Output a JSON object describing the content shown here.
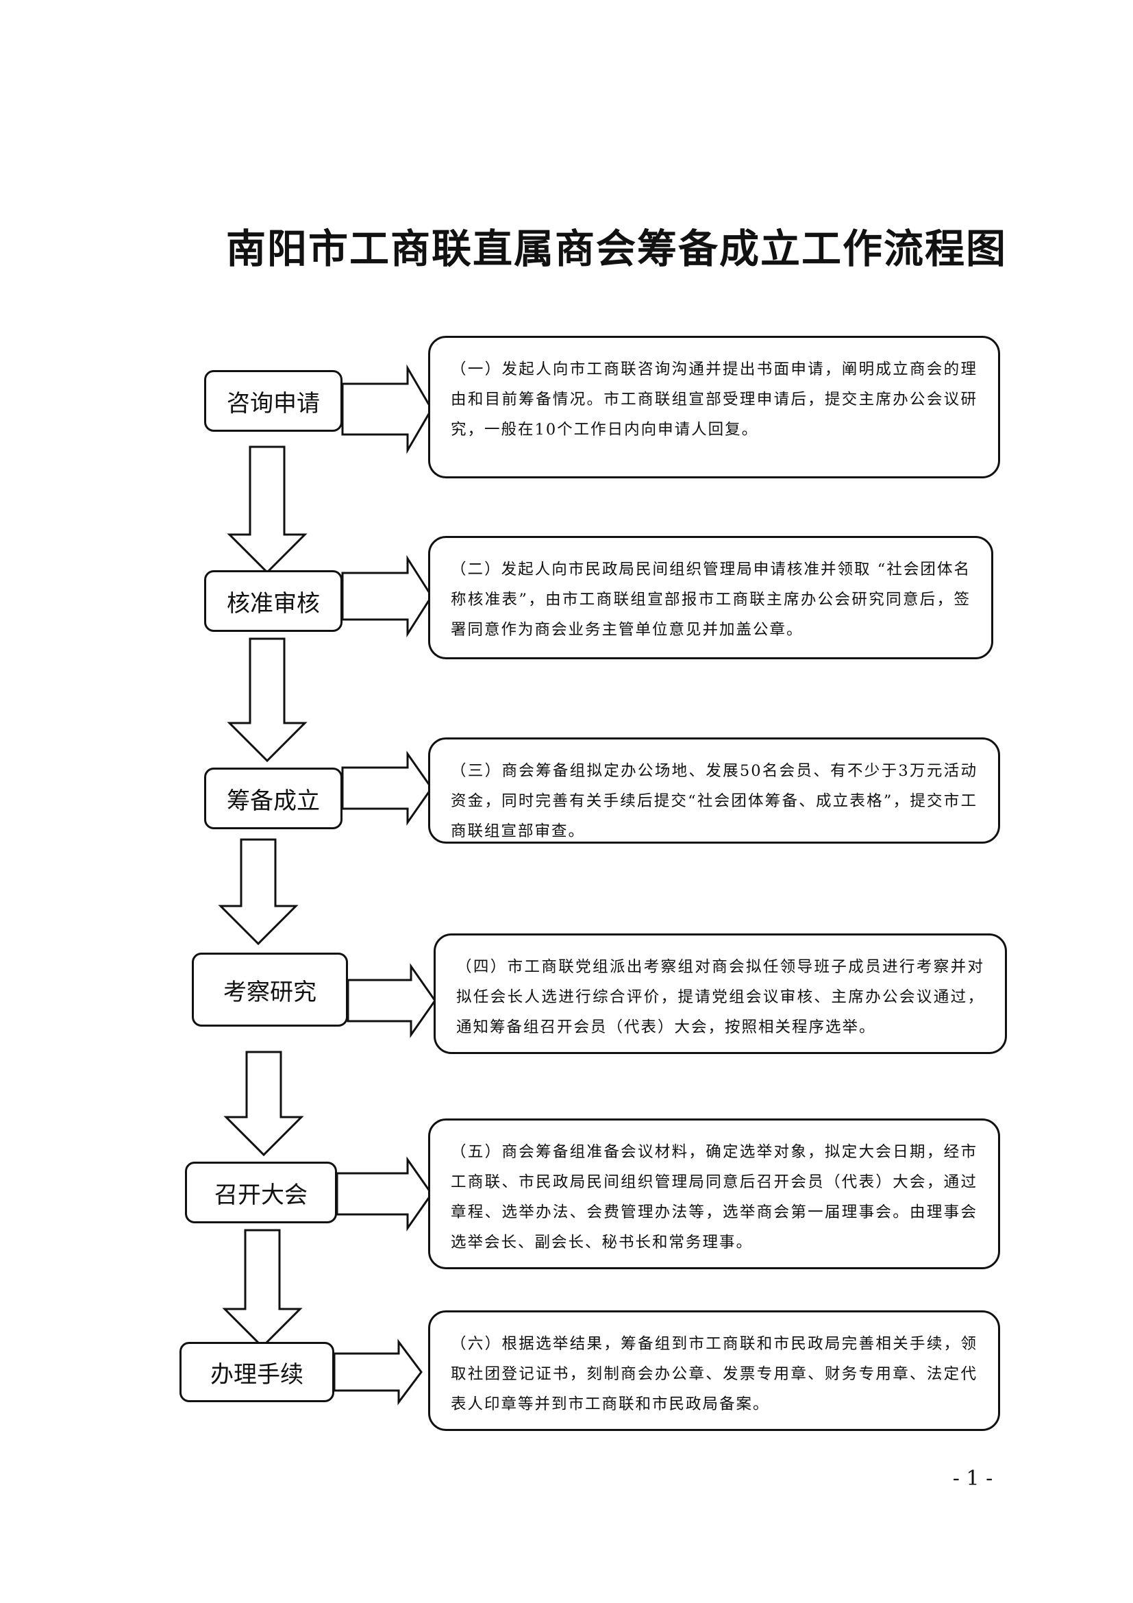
{
  "title": "南阳市工商联直属商会筹备成立工作流程图",
  "steps": [
    {
      "label": "咨询申请",
      "description": "（一）发起人向市工商联咨询沟通并提出书面申请，阐明成立商会的理由和目前筹备情况。市工商联组宣部受理申请后，提交主席办公会议研究，一般在10个工作日内向申请人回复。"
    },
    {
      "label": "核准审核",
      "description": "（二）发起人向市民政局民间组织管理局申请核准并领取 “社会团体名称核准表”，由市工商联组宣部报市工商联主席办公会研究同意后，签署同意作为商会业务主管单位意见并加盖公章。"
    },
    {
      "label": "筹备成立",
      "description": "（三）商会筹备组拟定办公场地、发展50名会员、有不少于3万元活动资金，同时完善有关手续后提交“社会团体筹备、成立表格”，提交市工商联组宣部审查。"
    },
    {
      "label": "考察研究",
      "description": "（四）市工商联党组派出考察组对商会拟任领导班子成员进行考察并对拟任会长人选进行综合评价，提请党组会议审核、主席办公会议通过，通知筹备组召开会员（代表）大会，按照相关程序选举。"
    },
    {
      "label": "召开大会",
      "description": "（五）商会筹备组准备会议材料，确定选举对象，拟定大会日期，经市工商联、市民政局民间组织管理局同意后召开会员（代表）大会，通过章程、选举办法、会费管理办法等，选举商会第一届理事会。由理事会选举会长、副会长、秘书长和常务理事。"
    },
    {
      "label": "办理手续",
      "description": "（六）根据选举结果，筹备组到市工商联和市民政局完善相关手续，领取社团登记证书，刻制商会办公章、发票专用章、财务专用章、法定代表人印章等并到市工商联和市民政局备案。"
    }
  ],
  "page_number": "- 1 -"
}
